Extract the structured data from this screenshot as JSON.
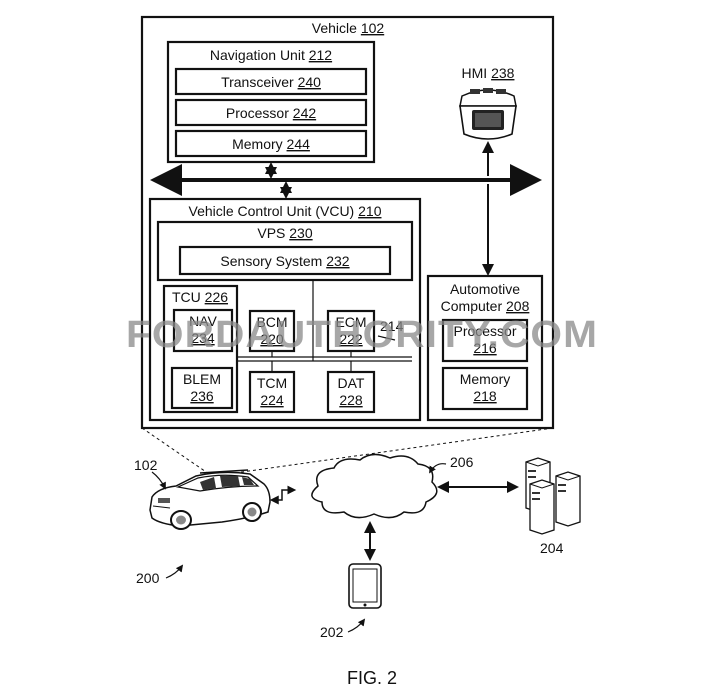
{
  "vehicle": {
    "label": "Vehicle",
    "ref": "102"
  },
  "nav_unit": {
    "label": "Navigation Unit",
    "ref": "212"
  },
  "transceiver": {
    "label": "Transceiver",
    "ref": "240"
  },
  "nav_processor": {
    "label": "Processor",
    "ref": "242"
  },
  "nav_memory": {
    "label": "Memory",
    "ref": "244"
  },
  "hmi": {
    "label": "HMI",
    "ref": "238"
  },
  "vcu": {
    "label": "Vehicle Control Unit (VCU)",
    "ref": "210"
  },
  "vps": {
    "label": "VPS",
    "ref": "230"
  },
  "sensory": {
    "label": "Sensory System",
    "ref": "232"
  },
  "tcu": {
    "label": "TCU",
    "ref": "226"
  },
  "nav": {
    "label": "NAV",
    "ref": "234"
  },
  "blem": {
    "label": "BLEM",
    "ref": "236"
  },
  "bcm": {
    "label": "BCM",
    "ref": "220"
  },
  "ecm": {
    "label": "ECM",
    "ref": "222"
  },
  "tcm": {
    "label": "TCM",
    "ref": "224"
  },
  "dat": {
    "label": "DAT",
    "ref": "228"
  },
  "can_bus_ref": "214",
  "auto_computer": {
    "line1": "Automotive",
    "line2": "Computer",
    "ref": "208"
  },
  "ac_processor": {
    "label": "Processor",
    "ref": "216"
  },
  "ac_memory": {
    "label": "Memory",
    "ref": "218"
  },
  "refs": {
    "car": "102",
    "network": "206",
    "servers": "204",
    "system": "200",
    "mobile": "202"
  },
  "watermark": "FORDAUTHORITY.COM",
  "figure_caption": "FIG. 2"
}
